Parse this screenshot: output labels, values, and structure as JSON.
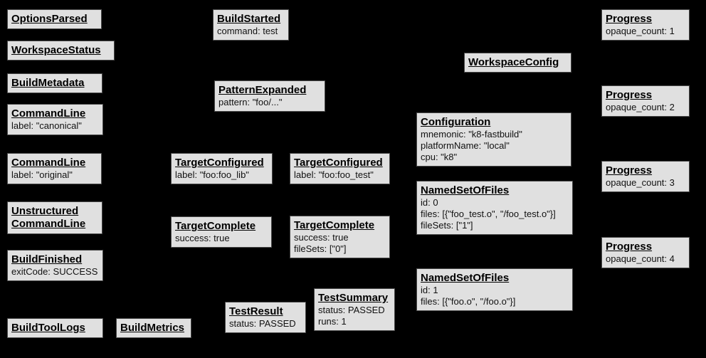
{
  "diagram": {
    "description": "Build event protocol diagram",
    "colors": {
      "background": "#000000",
      "node_fill": "#e0e0e0",
      "node_border": "#4a4a4a",
      "text": "#000000"
    },
    "nodes": [
      {
        "title": "OptionsParsed",
        "fields": []
      },
      {
        "title": "WorkspaceStatus",
        "fields": []
      },
      {
        "title": "BuildMetadata",
        "fields": []
      },
      {
        "title": "CommandLine",
        "fields": [
          "label: \"canonical\""
        ]
      },
      {
        "title": "CommandLine",
        "fields": [
          "label: \"original\""
        ]
      },
      {
        "title": "Unstructured",
        "title2": "CommandLine",
        "fields": []
      },
      {
        "title": "BuildFinished",
        "fields": [
          "exitCode: SUCCESS"
        ]
      },
      {
        "title": "BuildToolLogs",
        "fields": []
      },
      {
        "title": "BuildMetrics",
        "fields": []
      },
      {
        "title": "BuildStarted",
        "fields": [
          "command: test"
        ]
      },
      {
        "title": "PatternExpanded",
        "fields": [
          "pattern: \"foo/...\""
        ]
      },
      {
        "title": "TargetConfigured",
        "fields": [
          "label: \"foo:foo_lib\""
        ]
      },
      {
        "title": "TargetConfigured",
        "fields": [
          "label: \"foo:foo_test\""
        ]
      },
      {
        "title": "TargetComplete",
        "fields": [
          "success: true"
        ]
      },
      {
        "title": "TargetComplete",
        "fields": [
          "success: true",
          "fileSets: [\"0\"]"
        ]
      },
      {
        "title": "TestResult",
        "fields": [
          "status: PASSED"
        ]
      },
      {
        "title": "TestSummary",
        "fields": [
          "status: PASSED",
          "runs: 1"
        ]
      },
      {
        "title": "WorkspaceConfig",
        "fields": []
      },
      {
        "title": "Configuration",
        "fields": [
          "mnemonic: \"k8-fastbuild\"",
          "platformName: \"local\"",
          "cpu: \"k8\""
        ]
      },
      {
        "title": "NamedSetOfFiles",
        "fields": [
          "id: 0",
          "files: [{\"foo_test.o\", \"/foo_test.o\"}]",
          "fileSets: [\"1\"]"
        ]
      },
      {
        "title": "NamedSetOfFiles",
        "fields": [
          "id: 1",
          "files: [{\"foo.o\", \"/foo.o\"}]"
        ]
      },
      {
        "title": "Progress",
        "fields": [
          "opaque_count: 1"
        ]
      },
      {
        "title": "Progress",
        "fields": [
          "opaque_count: 2"
        ]
      },
      {
        "title": "Progress",
        "fields": [
          "opaque_count: 3"
        ]
      },
      {
        "title": "Progress",
        "fields": [
          "opaque_count: 4"
        ]
      }
    ]
  }
}
